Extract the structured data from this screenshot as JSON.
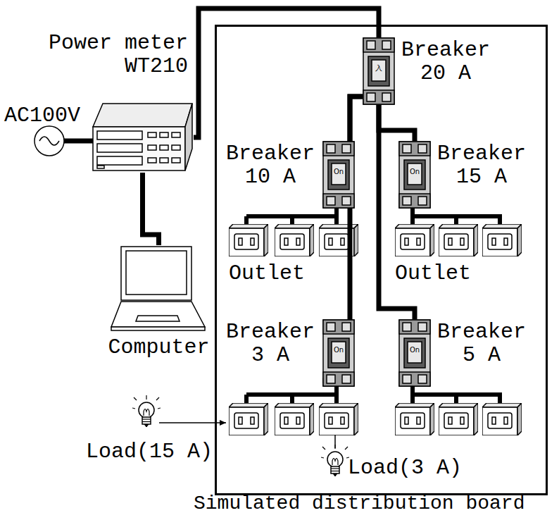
{
  "diagram": {
    "nodes": [
      {
        "text": [
          "Power meter WT210"
        ]
      },
      {
        "text": [
          "Computer"
        ]
      },
      {
        "text": [
          "Simulated distribution board"
        ]
      },
      {
        "text": [
          "Breaker 20 A",
          "入"
        ],
        "in": 2
      },
      {
        "text": [
          "Breaker 10 A",
          "On"
        ],
        "in": 2
      },
      {
        "text": [
          "Breaker 15 A",
          "On"
        ],
        "in": 2
      },
      {
        "text": [
          "Breaker 3 A",
          "On"
        ],
        "in": 2
      },
      {
        "text": [
          "Breaker 5 A",
          "On"
        ],
        "in": 2
      }
    ],
    "edges": [
      {
        "from": 0,
        "to": 3,
        "arrow": "none"
      },
      {
        "from": 3,
        "to": 4,
        "arrow": "none"
      },
      {
        "from": 3,
        "to": 5,
        "arrow": "none"
      },
      {
        "from": 3,
        "to": 6,
        "arrow": "none"
      },
      {
        "from": 3,
        "to": 7,
        "arrow": "none"
      },
      {
        "from": 0,
        "to": 1,
        "arrow": "none"
      }
    ],
    "labels": [
      "AC100V",
      "Outlet",
      "Outlet",
      "Load(15 A)",
      "Load(3 A)"
    ]
  }
}
